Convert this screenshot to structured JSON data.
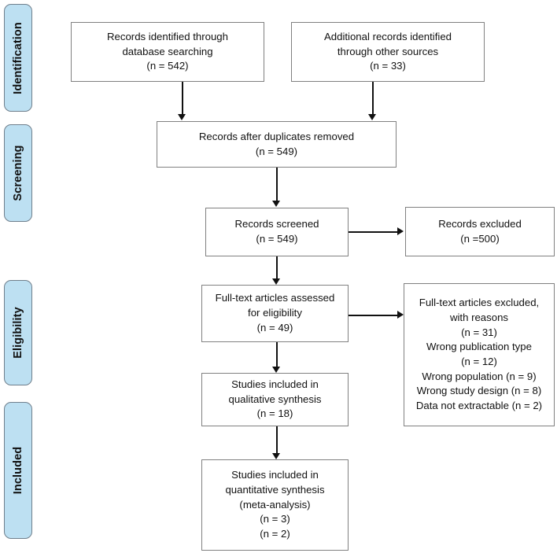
{
  "diagram": {
    "type": "prisma-flow-diagram",
    "stages": [
      {
        "id": "identification",
        "label": "Identification"
      },
      {
        "id": "screening",
        "label": "Screening"
      },
      {
        "id": "eligibility",
        "label": "Eligibility"
      },
      {
        "id": "included",
        "label": "Included"
      }
    ],
    "boxes": [
      {
        "id": "records-identified-database",
        "lines": [
          "Records identified through",
          "database searching",
          "(n = 542)"
        ]
      },
      {
        "id": "additional-records-other-sources",
        "lines": [
          "Additional records identified",
          "through other sources",
          "(n = 33)"
        ]
      },
      {
        "id": "records-after-duplicates-removed",
        "lines": [
          "Records after duplicates removed",
          "(n = 549)"
        ]
      },
      {
        "id": "records-screened",
        "lines": [
          "Records screened",
          "(n = 549)"
        ]
      },
      {
        "id": "records-excluded",
        "lines": [
          "Records excluded",
          "(n =500)"
        ]
      },
      {
        "id": "full-text-assessed",
        "lines": [
          "Full-text articles assessed",
          "for eligibility",
          "(n = 49)"
        ]
      },
      {
        "id": "full-text-excluded",
        "lines": [
          "Full-text articles excluded,",
          "with reasons",
          "(n = 31)",
          "Wrong publication type",
          "(n = 12)",
          "Wrong population (n = 9)",
          "Wrong study design (n = 8)",
          "Data not extractable (n = 2)"
        ]
      },
      {
        "id": "studies-qualitative",
        "lines": [
          "Studies included in",
          "qualitative synthesis",
          "(n = 18)"
        ]
      },
      {
        "id": "studies-quantitative",
        "lines": [
          "Studies included in",
          "quantitative synthesis",
          "(meta-analysis)",
          "(n = 3)",
          "(n = 2)"
        ]
      }
    ],
    "colors": {
      "pill_fill": "#bde0f2",
      "pill_border": "#6f7f8c",
      "box_border": "#808080",
      "connector": "#111111",
      "text": "#111111",
      "background": "#ffffff"
    }
  }
}
